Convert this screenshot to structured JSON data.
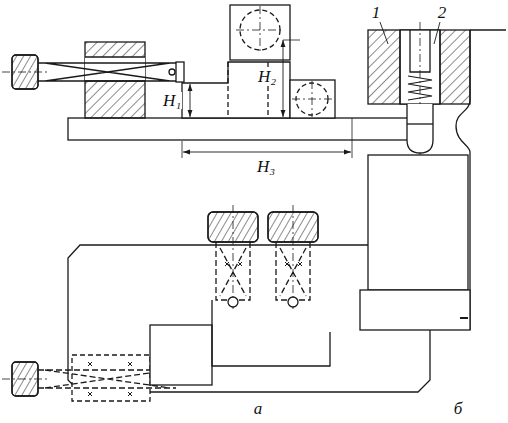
{
  "diagram": {
    "labels": [
      "H₁",
      "H₂",
      "H₃",
      "а",
      "б",
      "1",
      "2"
    ]
  }
}
